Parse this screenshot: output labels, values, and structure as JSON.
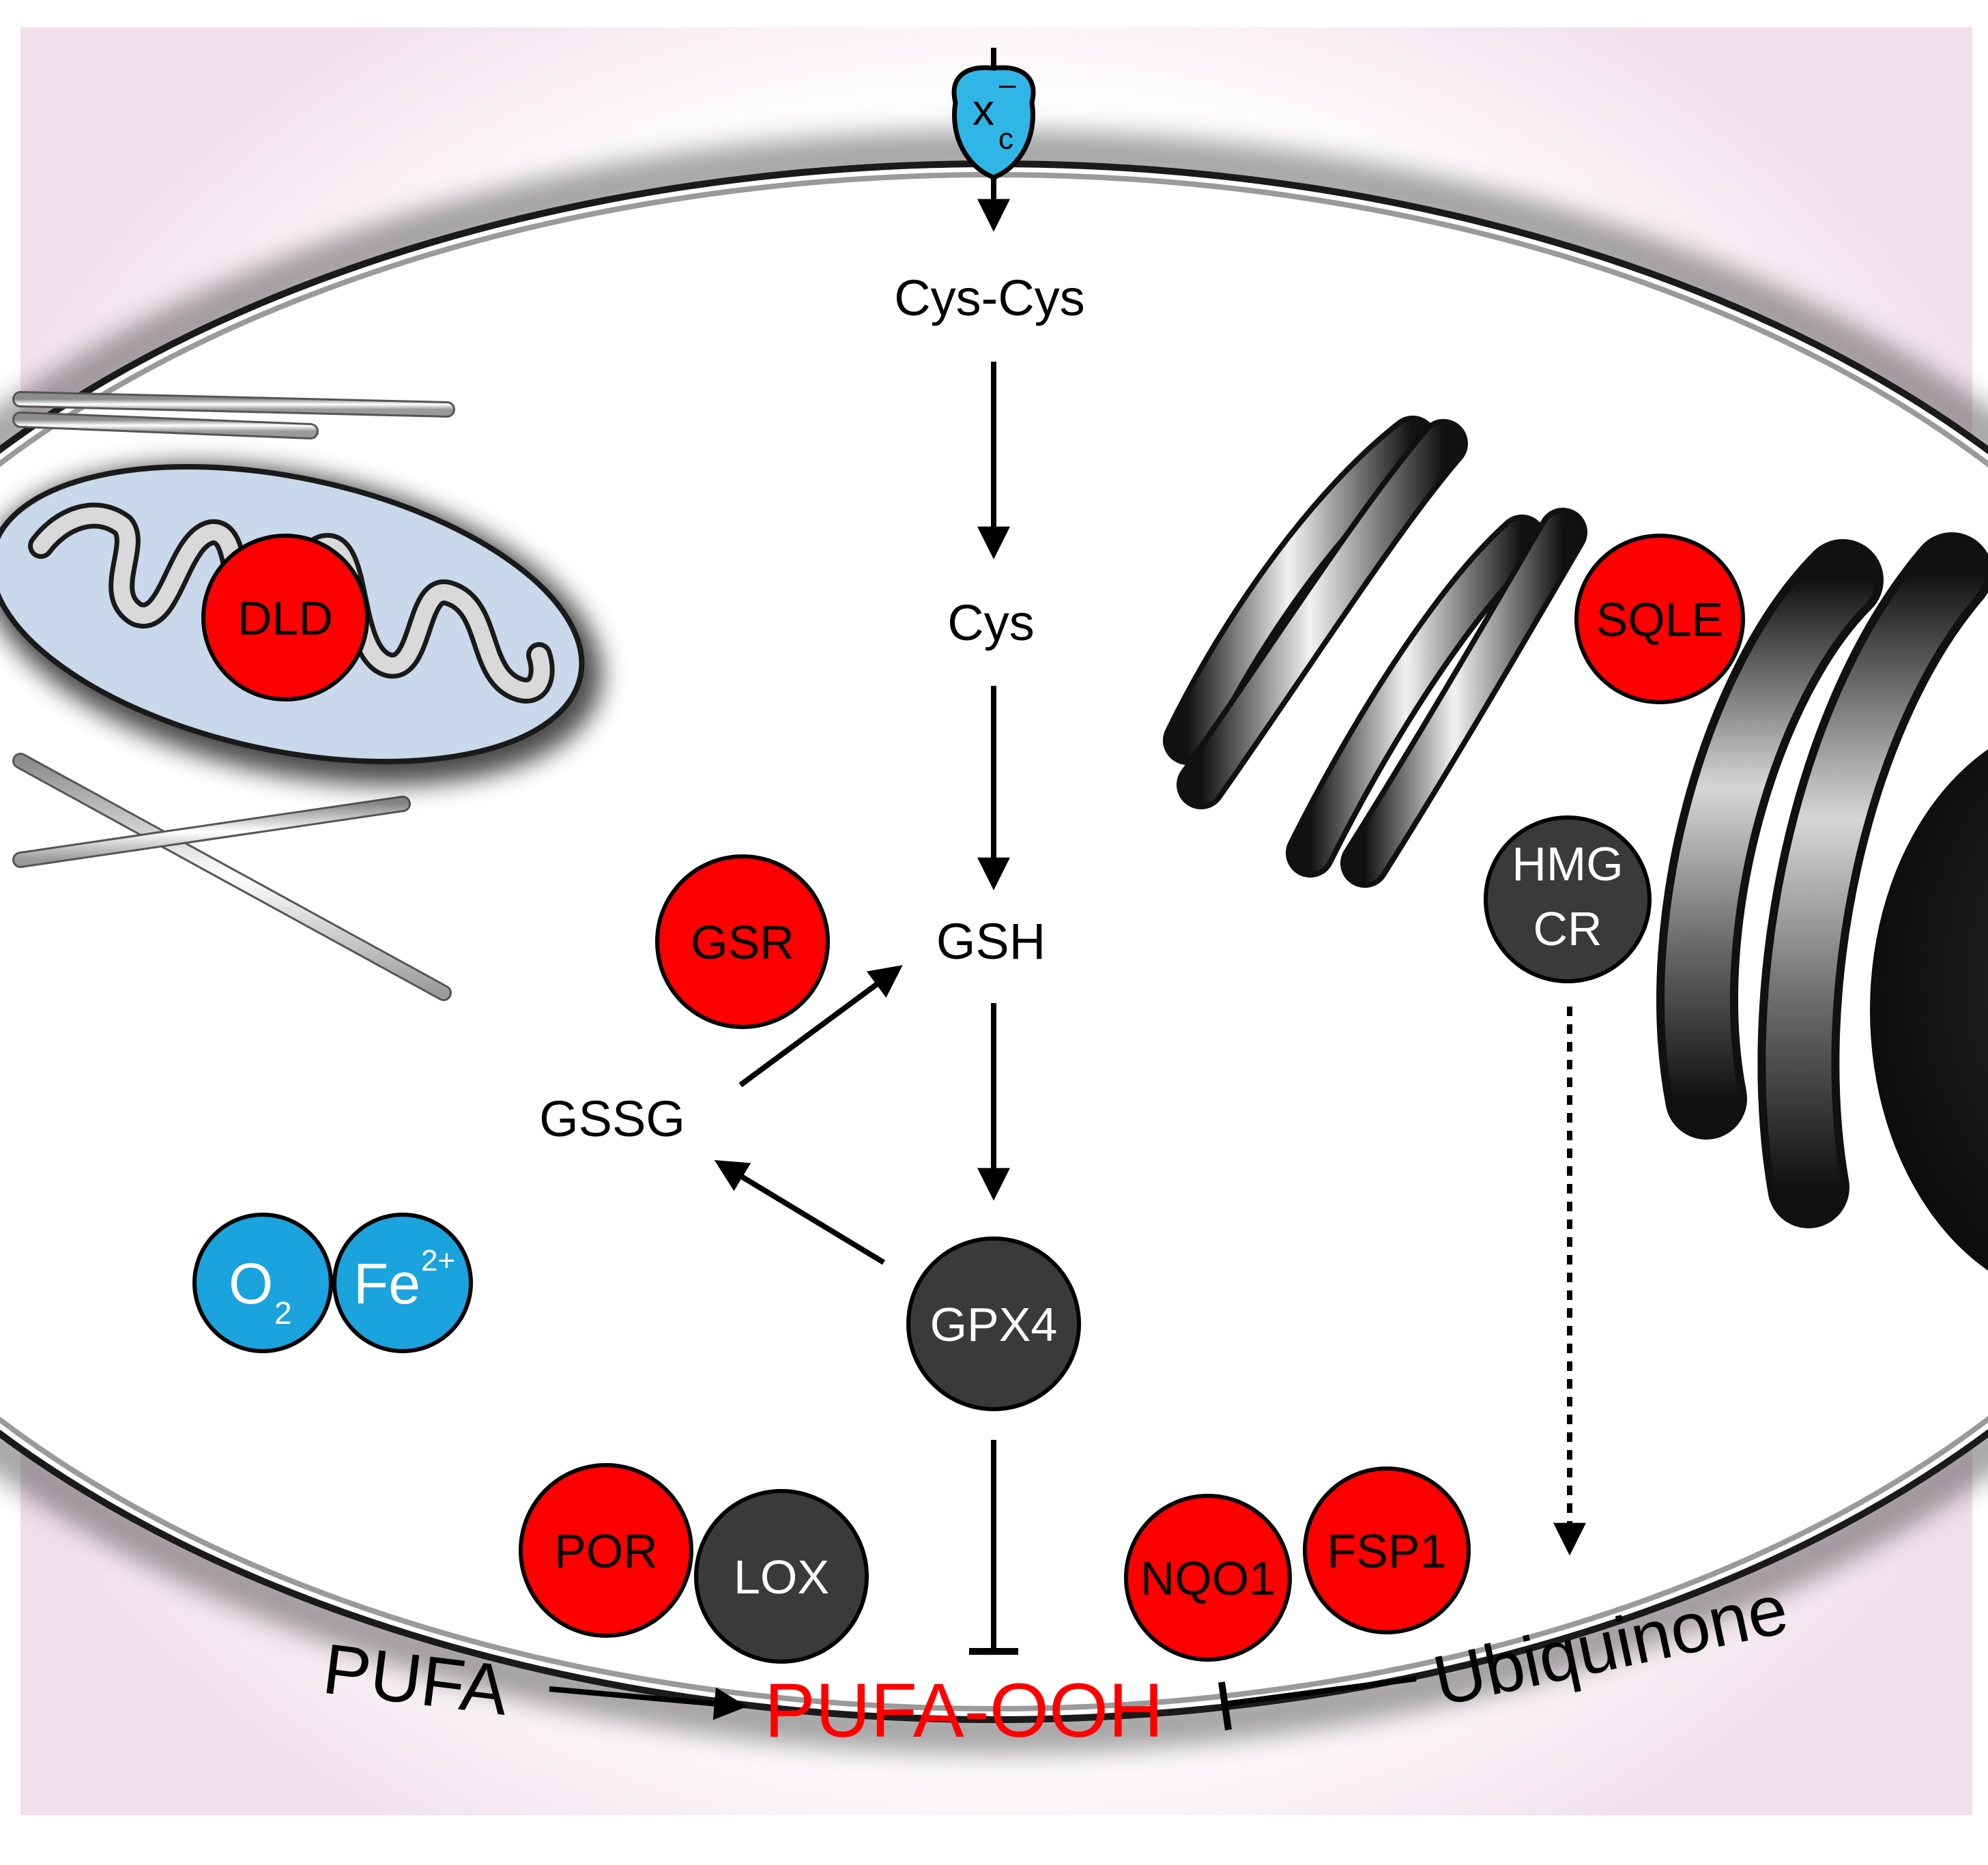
{
  "colors": {
    "enzyme_red": "#ff0000",
    "enzyme_dark": "#3a3a3a",
    "ion_blue": "#1aa3dd",
    "transporter_blue": "#2fb6e6",
    "highlight_red": "#ff0000",
    "extracellular_pink": "#f1dfea",
    "mitochondrion_blue": "#c9d8ea"
  },
  "transporter": {
    "main": "x",
    "sub": "c",
    "sup": "–"
  },
  "metabolites": {
    "cys_cys": "Cys-Cys",
    "cys": "Cys",
    "gsh": "GSH",
    "gssg": "GSSG",
    "pufa": "PUFA",
    "pufa_ooh": "PUFA-OOH",
    "ubiquinone": "Ubiquinone"
  },
  "enzymes": {
    "dld": "DLD",
    "gsr": "GSR",
    "sqle": "SQLE",
    "hmgcr_line1": "HMG",
    "hmgcr_line2": "CR",
    "gpx4": "GPX4",
    "por": "POR",
    "lox": "LOX",
    "nqo1": "NQO1",
    "fsp1": "FSP1"
  },
  "ions": {
    "o2_main": "O",
    "o2_sub": "2",
    "fe_main": "Fe",
    "fe_sup": "2+"
  }
}
